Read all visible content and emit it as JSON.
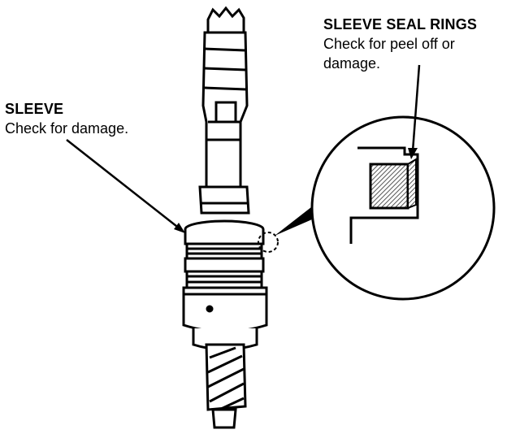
{
  "callouts": {
    "sleeve": {
      "title": "SLEEVE",
      "note": "Check for damage."
    },
    "seal_rings": {
      "title": "SLEEVE SEAL RINGS",
      "note_line1": "Check for peel off or",
      "note_line2": "damage."
    }
  },
  "colors": {
    "ink": "#000000",
    "paper": "#ffffff",
    "hatch": "#555555"
  }
}
